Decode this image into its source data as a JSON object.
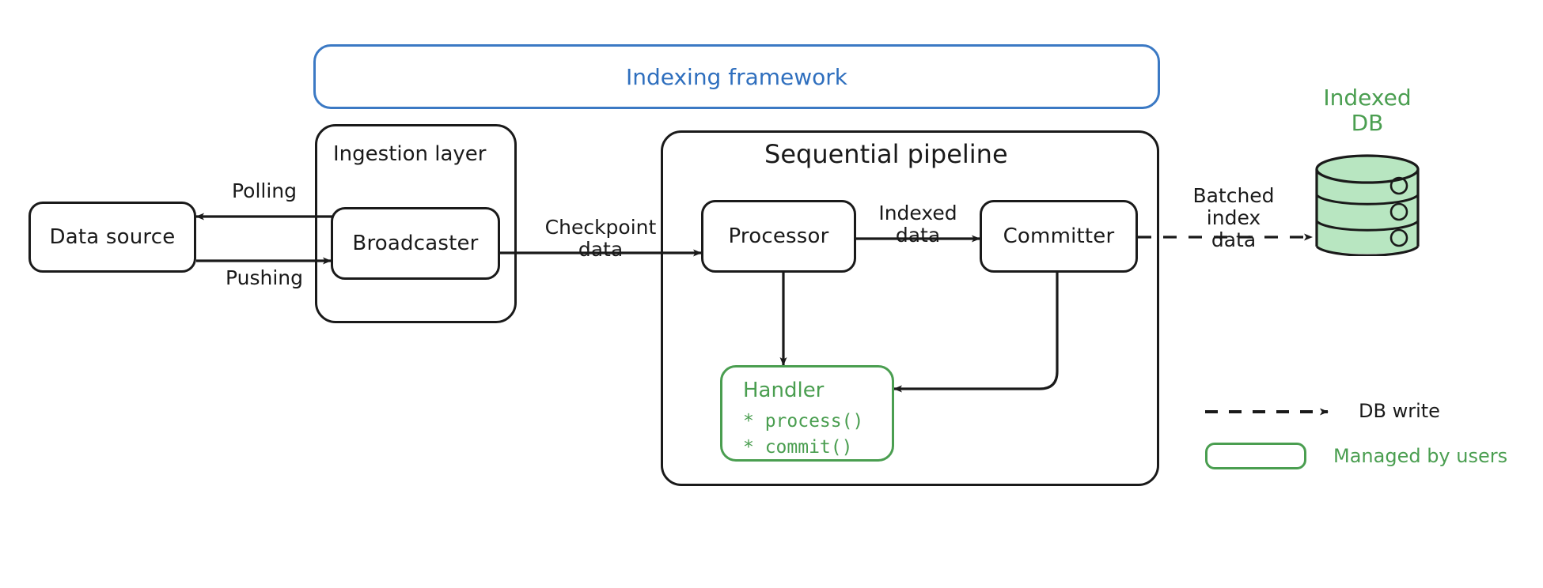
{
  "diagram": {
    "title": "Indexing framework architecture",
    "colors": {
      "stroke": "#1a1a1a",
      "framework_blue": "#2f6fbe",
      "framework_border_blue": "#3b79c4",
      "user_green": "#4a9e50",
      "db_fill_green": "#b8e6c1",
      "background": "#ffffff"
    }
  },
  "framework": {
    "label": "Indexing framework"
  },
  "groups": {
    "ingestion": {
      "title": "Ingestion layer"
    },
    "pipeline": {
      "title": "Sequential pipeline"
    }
  },
  "nodes": {
    "data_source": {
      "label": "Data source"
    },
    "broadcaster": {
      "label": "Broadcaster"
    },
    "processor": {
      "label": "Processor"
    },
    "committer": {
      "label": "Committer"
    }
  },
  "handler": {
    "title": "Handler",
    "methods": [
      "* process()",
      "* commit()"
    ]
  },
  "database": {
    "caption": "Indexed\nDB",
    "tiers": 3
  },
  "edges": [
    {
      "id": "polling",
      "label": "Polling",
      "from": "broadcaster",
      "to": "data_source",
      "style": "solid"
    },
    {
      "id": "pushing",
      "label": "Pushing",
      "from": "data_source",
      "to": "broadcaster",
      "style": "solid"
    },
    {
      "id": "checkpoint",
      "label": "Checkpoint\ndata",
      "from": "broadcaster",
      "to": "processor",
      "style": "solid"
    },
    {
      "id": "indexed",
      "label": "Indexed\ndata",
      "from": "processor",
      "to": "committer",
      "style": "solid"
    },
    {
      "id": "batched",
      "label": "Batched\nindex\ndata",
      "from": "committer",
      "to": "database",
      "style": "dashed"
    },
    {
      "id": "process-call",
      "label": "",
      "from": "processor",
      "to": "handler",
      "style": "solid"
    },
    {
      "id": "commit-call",
      "label": "",
      "from": "committer",
      "to": "handler",
      "style": "solid"
    }
  ],
  "legend": {
    "items": [
      {
        "id": "db-write",
        "symbol": "dashed-arrow",
        "label": "DB write"
      },
      {
        "id": "managed-by-users",
        "symbol": "green-box",
        "label": "Managed by users"
      }
    ]
  }
}
